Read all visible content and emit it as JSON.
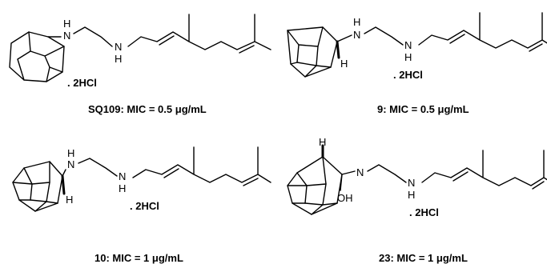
{
  "compounds": [
    {
      "caption": "SQ109: MIC = 0.5 μg/mL",
      "salt": ". 2HCl",
      "amine1": "N",
      "amine1_h": "H",
      "amine2": "N",
      "amine2_h": "H"
    },
    {
      "caption": "9: MIC = 0.5 μg/mL",
      "salt": ". 2HCl",
      "amine1": "N",
      "amine1_h": "H",
      "amine2": "N",
      "amine2_h": "H",
      "stereo_h": "H"
    },
    {
      "caption": "10: MIC = 1 μg/mL",
      "salt": ". 2HCl",
      "amine1": "N",
      "amine1_h": "H",
      "amine2": "N",
      "amine2_h": "H",
      "stereo_h": "H"
    },
    {
      "caption": "23: MIC = 1 μg/mL",
      "salt": ". 2HCl",
      "amine1": "N",
      "amine2": "N",
      "amine2_h": "H",
      "stereo_h": "H",
      "hydroxyl": "OH"
    }
  ]
}
